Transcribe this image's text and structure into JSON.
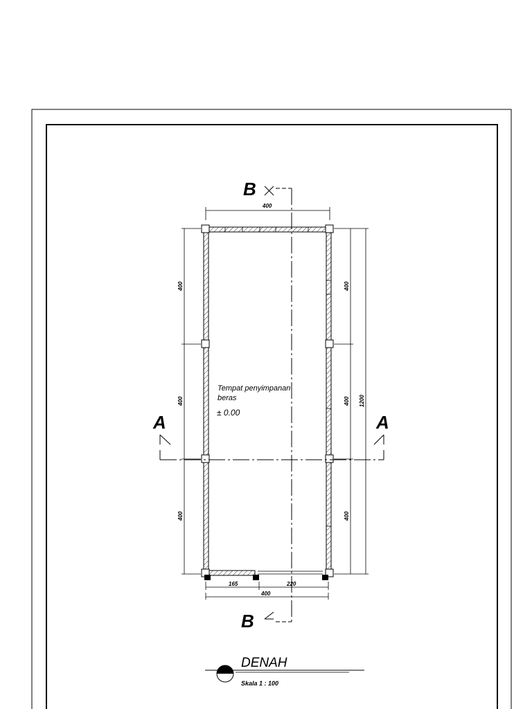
{
  "room": {
    "label_line1": "Tempat penyimpanan",
    "label_line2": "beras",
    "level": "± 0.00"
  },
  "dimensions": {
    "top_width": "400",
    "bottom_width": "400",
    "bottom_left_segment": "165",
    "bottom_right_segment": "220",
    "left_segments": [
      "400",
      "400",
      "400"
    ],
    "right_segments": [
      "400",
      "400",
      "400"
    ],
    "total_length": "1200"
  },
  "section_marks": {
    "a": "A",
    "b": "B"
  },
  "title_block": {
    "title": "DENAH",
    "scale": "Skala 1 : 100"
  }
}
